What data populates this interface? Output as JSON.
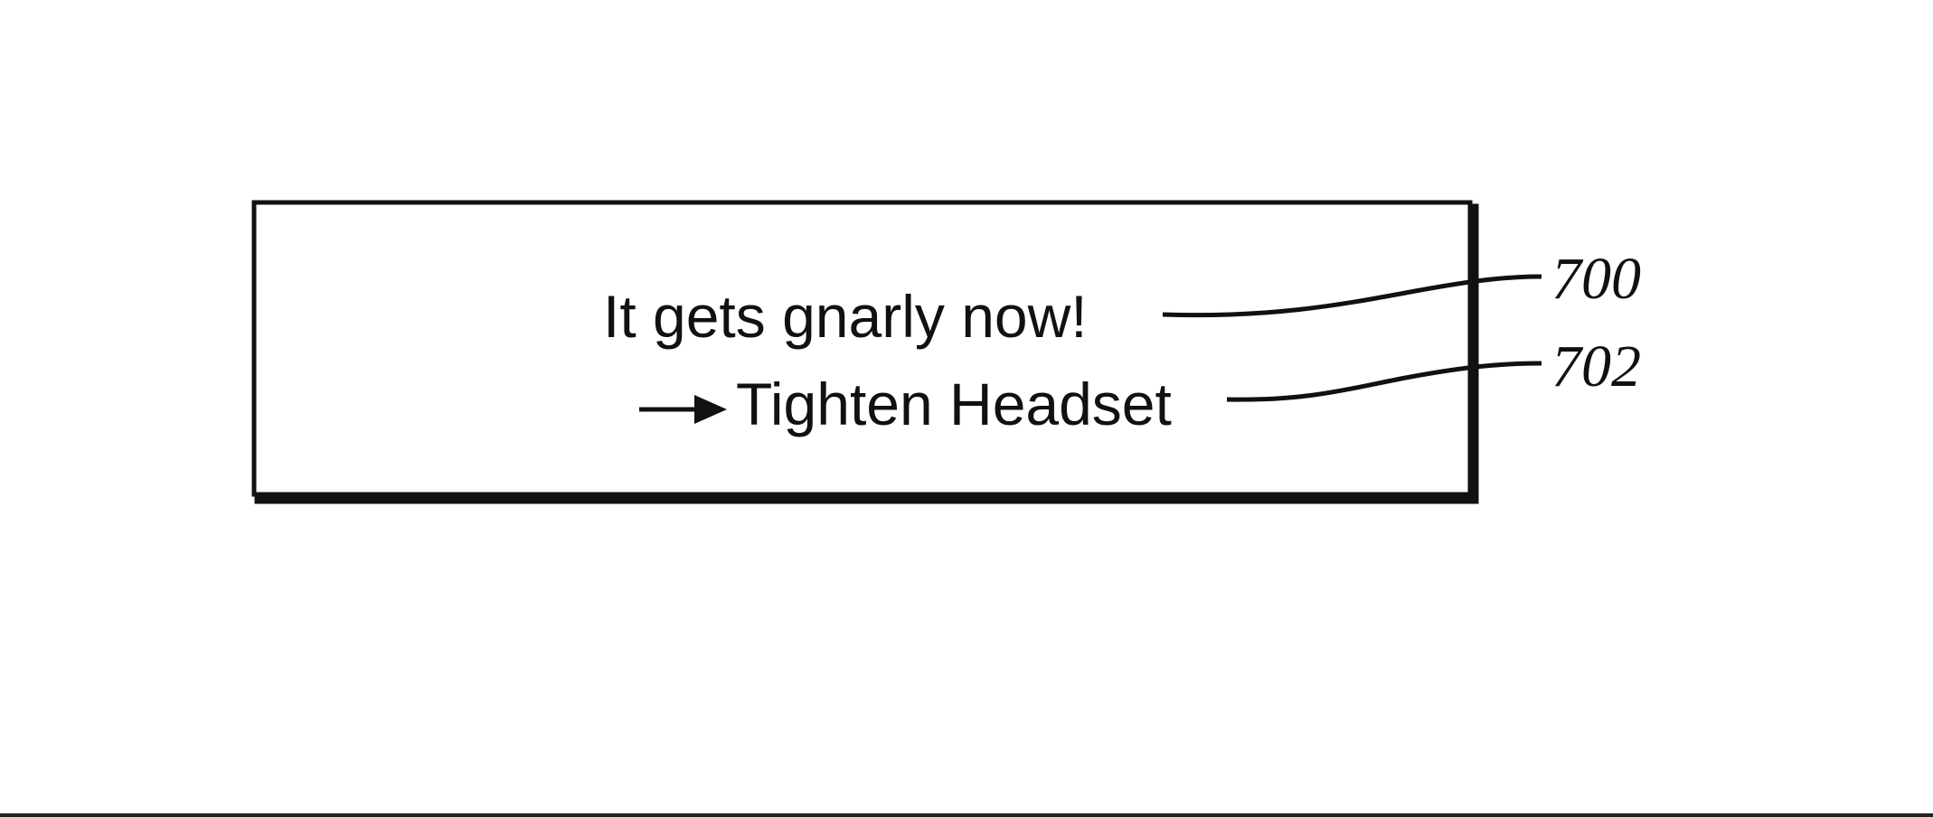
{
  "display": {
    "message": "It gets gnarly now!",
    "instruction": "Tighten Headset",
    "instruction_icon": "arrow-right-icon"
  },
  "reference_numerals": {
    "message": "700",
    "instruction": "702"
  },
  "colors": {
    "ink": "#111111",
    "background": "#ffffff"
  }
}
